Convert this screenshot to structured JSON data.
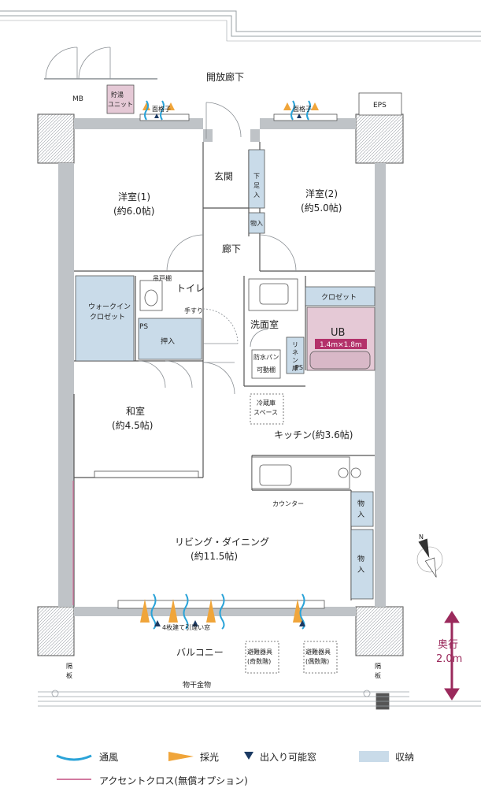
{
  "corridor": "開放廊下",
  "mb": "MB",
  "water_heater": [
    "貯湯",
    "ユニット"
  ],
  "grille_left": "面格子",
  "grille_right": "面格子",
  "eps": "EPS",
  "entrance": "玄関",
  "shoe_box": [
    "下",
    "足",
    "入"
  ],
  "storage_small": "物入",
  "room1": {
    "name": "洋室(1)",
    "size": "(約6.0帖)"
  },
  "room2": {
    "name": "洋室(2)",
    "size": "(約5.0帖)"
  },
  "hallway": "廊下",
  "toilet": "トイレ",
  "toilet_shelf": "吊戸棚",
  "handrail": "手すり",
  "walkin": [
    "ウォークイン",
    "クロゼット"
  ],
  "ps": "PS",
  "oshiire": "押入",
  "closet": "クロゼット",
  "washroom": "洗面室",
  "ub": {
    "name": "UB",
    "size": "1.4m×1.8m"
  },
  "washpan": "防水パン",
  "movable_shelf": "可動棚",
  "linen": [
    "リ",
    "ネ",
    "ン",
    "庫"
  ],
  "ps2": "PS",
  "fridge": [
    "冷蔵庫",
    "スペース"
  ],
  "washitsu": {
    "name": "和室",
    "size": "(約4.5帖)"
  },
  "kitchen": "キッチン(約3.6帖)",
  "counter": "カウンター",
  "storage_r1": [
    "物",
    "入"
  ],
  "storage_r2": [
    "物",
    "入"
  ],
  "living": {
    "name": "リビング・ダイニング",
    "size": "(約11.5帖)"
  },
  "window": "4枚建て引違い窓",
  "balcony": "バルコニー",
  "evac_odd": [
    "避難器具",
    "(奇数階)"
  ],
  "evac_even": [
    "避難器具",
    "(偶数階)"
  ],
  "partition_left": [
    "隔",
    "板"
  ],
  "partition_right": [
    "隔",
    "板"
  ],
  "drying": "物干金物",
  "depth": {
    "label": "奥行",
    "value": "2.0m"
  },
  "compass": "N",
  "legend": {
    "wind": "通風",
    "light": "採光",
    "door": "出入り可能窓",
    "storage": "収納",
    "accent": "アクセントクロス(無償オプション)"
  },
  "colors": {
    "storage": "#c9dbe9",
    "ub": "#e5c9d6",
    "ub_label": "#b3316a",
    "wall": "#bfc3c7",
    "wind": "#2aa3d8",
    "light": "#f0a53a",
    "door": "#1b3a63",
    "depth": "#9b2a5c"
  }
}
